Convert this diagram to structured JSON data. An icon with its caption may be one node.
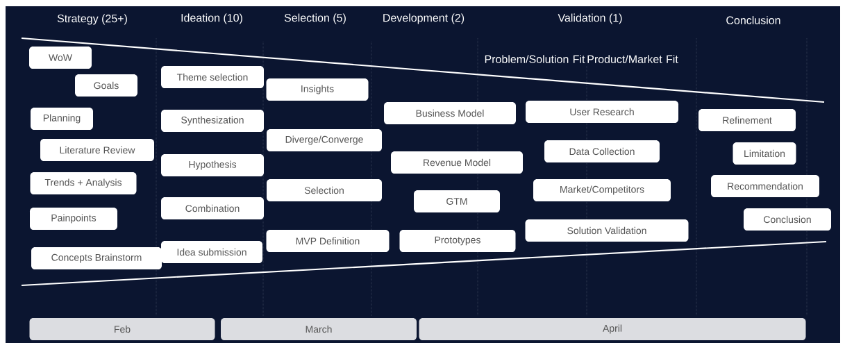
{
  "diagram": {
    "nodes": [
      {
        "text": [
          "WoW"
        ]
      },
      {
        "text": [
          "Goals"
        ]
      },
      {
        "text": [
          "Planning"
        ]
      },
      {
        "text": [
          "Literature Review"
        ]
      },
      {
        "text": [
          "Trends + Analysis"
        ]
      },
      {
        "text": [
          "Painpoints"
        ]
      },
      {
        "text": [
          "Concepts Brainstorm"
        ]
      },
      {
        "text": [
          "Theme selection"
        ]
      },
      {
        "text": [
          "Synthesization"
        ]
      },
      {
        "text": [
          "Hypothesis"
        ]
      },
      {
        "text": [
          "Combination"
        ]
      },
      {
        "text": [
          "Idea submission"
        ]
      },
      {
        "text": [
          "Insights"
        ]
      },
      {
        "text": [
          "Diverge/Converge"
        ]
      },
      {
        "text": [
          "Selection"
        ]
      },
      {
        "text": [
          "MVP Definition"
        ]
      },
      {
        "text": [
          "Business Model"
        ]
      },
      {
        "text": [
          "Revenue Model"
        ]
      },
      {
        "text": [
          "GTM"
        ]
      },
      {
        "text": [
          "Prototypes"
        ]
      },
      {
        "text": [
          "User Research"
        ]
      },
      {
        "text": [
          "Data Collection"
        ]
      },
      {
        "text": [
          "Market/Competitors"
        ]
      },
      {
        "text": [
          "Solution Validation"
        ]
      },
      {
        "text": [
          "Refinement"
        ]
      },
      {
        "text": [
          "Limitation"
        ]
      },
      {
        "text": [
          "Recommendation"
        ]
      },
      {
        "text": [
          "Conclusion"
        ]
      },
      {
        "text": [
          "Feb"
        ]
      },
      {
        "text": [
          "March"
        ]
      },
      {
        "text": [
          "April"
        ]
      }
    ],
    "labels": [
      "Strategy (25+)",
      "Ideation (10)",
      "Selection (5)",
      "Development (2)",
      "Validation (1)",
      "Conclusion",
      "Problem/Solution Fit",
      "Product/Market Fit"
    ]
  }
}
